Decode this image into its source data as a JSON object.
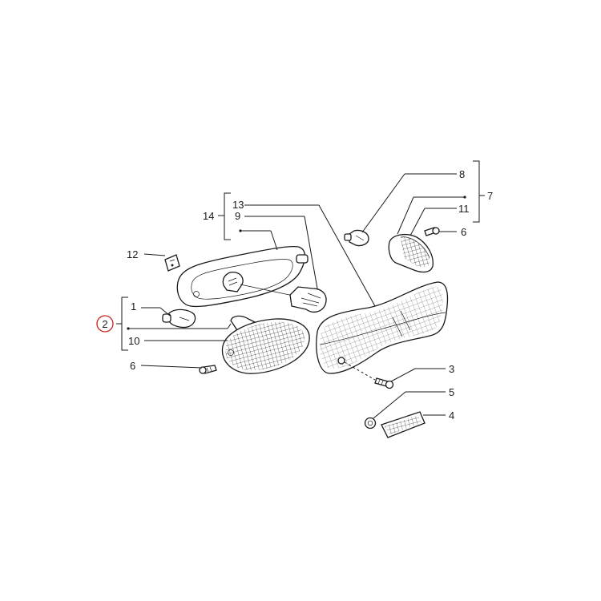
{
  "diagram": {
    "highlight_color": "#cc1f1f",
    "line_color": "#1a1a1a",
    "highlighted_callout": "2",
    "callouts": {
      "c1": "1",
      "c2": "2",
      "c3": "3",
      "c4": "4",
      "c5": "5",
      "c6a": "6",
      "c6b": "6",
      "c7": "7",
      "c8": "8",
      "c9": "9",
      "c10": "10",
      "c11": "11",
      "c12": "12",
      "c13": "13",
      "c14": "14"
    }
  }
}
